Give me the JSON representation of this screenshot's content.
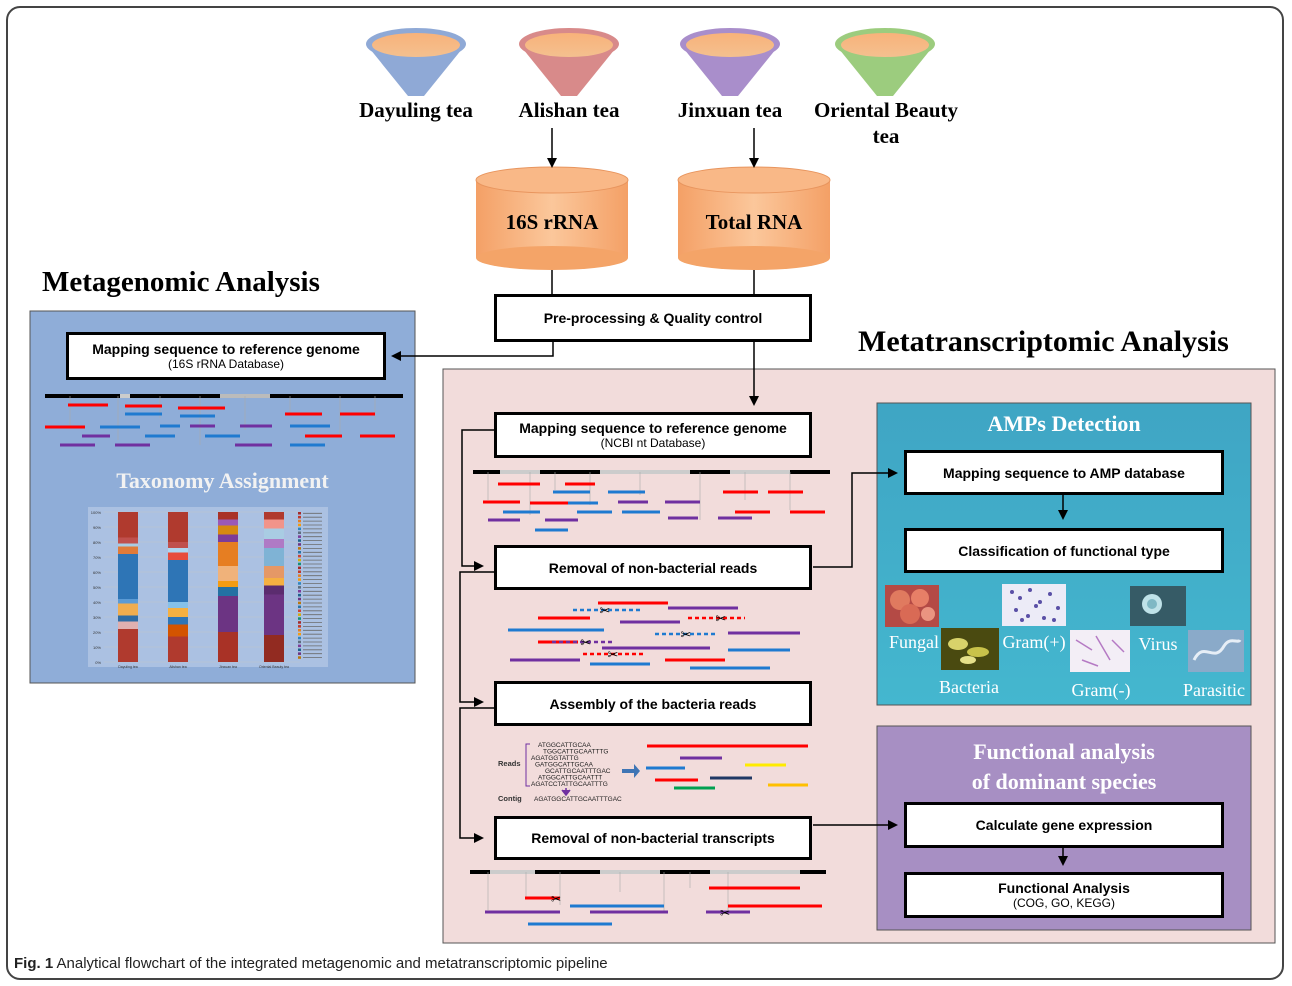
{
  "teas": [
    "Dayuling tea",
    "Alishan tea",
    "Jinxuan tea",
    "Oriental Beauty tea"
  ],
  "extractions": [
    "16S rRNA",
    "Total RNA"
  ],
  "preprocess": "Pre-processing & Quality control",
  "metagenomic": {
    "heading": "Metagenomic Analysis",
    "map_title": "Mapping sequence to reference genome",
    "map_sub": "(16S rRNA Database)",
    "taxonomy": "Taxonomy Assignment"
  },
  "metatranscriptomic": {
    "heading": "Metatranscriptomic Analysis",
    "map_title": "Mapping sequence to reference genome",
    "map_sub": "(NCBI nt Database)",
    "remove_nonbact": "Removal of non-bacterial reads",
    "assembly": "Assembly of the bacteria reads",
    "remove_transcripts": "Removal of non-bacterial transcripts",
    "reads_label": "Reads",
    "contig_label": "Contig",
    "contig_seq": "AGATGGCATTGCAATTTGAC",
    "read_seqs": [
      "ATGGCATTGCAA",
      "TGGCATTGCAATTTG",
      "AGATGGTATTG",
      "GATGGCATTGCAA",
      "GCATTGCAATTTGAC",
      "ATGGCATTGCAATTT",
      "AGATCCTATTGCAATTTG"
    ]
  },
  "amp": {
    "title": "AMPs Detection",
    "map": "Mapping sequence to AMP database",
    "classify": "Classification of functional type",
    "types": [
      "Fungal",
      "Bacteria",
      "Gram(+)",
      "Gram(-)",
      "Virus",
      "Parasitic"
    ]
  },
  "functional": {
    "title_line1": "Functional analysis",
    "title_line2": "of dominant species",
    "expression": "Calculate gene expression",
    "analysis": "Functional Analysis",
    "analysis_sub": "(COG, GO, KEGG)"
  },
  "taxonomy_chart": {
    "ytick_labels": [
      "100%",
      "90%",
      "80%",
      "70%",
      "60%",
      "50%",
      "40%",
      "30%",
      "20%",
      "10%",
      "0%"
    ],
    "categories": [
      "Dayuling tea",
      "Alishan tea",
      "Jinxuan tea",
      "Oriental Beauty tea"
    ]
  },
  "caption": {
    "label": "Fig. 1",
    "text": "Analytical flowchart of the integrated metagenomic and metatranscriptomic pipeline"
  },
  "colors": {
    "metagenomic_panel": "#8fadd8",
    "metatranscriptomic_panel": "#f2dcdb",
    "amp_panel": "#3d9fbf",
    "functional_panel": "#a78fc3",
    "cylinder": "#f8b27a",
    "read_red": "#ff0000",
    "read_blue": "#1f7ad0",
    "read_purple": "#7030a0",
    "tea_cups": [
      "#8fa9d6",
      "#d88a8a",
      "#a98ecb",
      "#9ccc7e"
    ]
  }
}
